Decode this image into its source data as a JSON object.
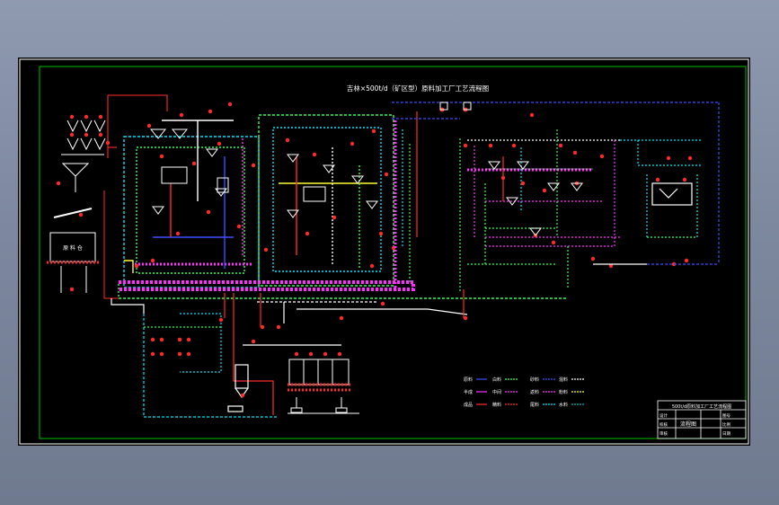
{
  "viewer": {
    "background_top": "#8f9ab0",
    "background_bottom": "#6f7a8f"
  },
  "drawing": {
    "title": "吉林×500t/d（矿区型）原料加工厂工艺流程图",
    "frame_color": "#ffffff",
    "border_color": "#00c000",
    "line_colors": {
      "red": "#ff2a2a",
      "green": "#33ff55",
      "cyan": "#00e5ff",
      "magenta": "#ff30ff",
      "yellow": "#ffff33",
      "blue": "#3b4dff",
      "white": "#ffffff",
      "teal": "#00b3b3"
    },
    "legend": {
      "rows": [
        {
          "label": "原料",
          "items": [
            "白料",
            "砂料",
            "混料"
          ]
        },
        {
          "label": "半成",
          "items": [
            "中间",
            "返料",
            "粉料"
          ]
        },
        {
          "label": "成品",
          "items": [
            "精料",
            "尾料",
            "水料"
          ]
        }
      ]
    },
    "title_block": {
      "header": "500t/d原料加工厂工艺流程图",
      "rows": [
        {
          "label": "设计",
          "value": "图号"
        },
        {
          "label": "校核",
          "value": "比例"
        },
        {
          "label": "审核",
          "value": "日期"
        }
      ],
      "sheet": "流程图"
    }
  }
}
